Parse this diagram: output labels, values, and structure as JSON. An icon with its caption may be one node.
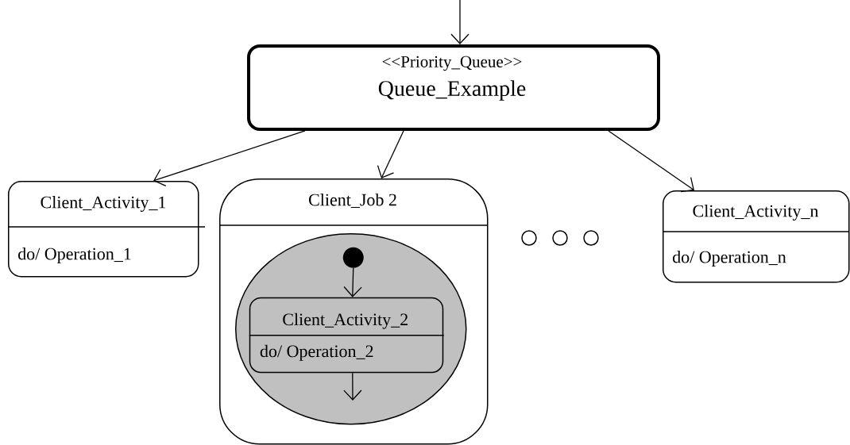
{
  "diagram": {
    "nodes": [
      {
        "text": [
          "<<Priority_Queue>>",
          "Queue_Example"
        ]
      },
      {
        "text": [
          "Client_Activity_1",
          "do/ Operation_1"
        ]
      },
      {
        "text": [
          "Client_Job 2"
        ]
      },
      {
        "text": [],
        "shape": "ellipse",
        "in": 2
      },
      {
        "text": [],
        "shape": "circle",
        "in": 3
      },
      {
        "text": [
          "Client_Activity_2",
          "do/ Operation_2"
        ],
        "in": 3
      },
      {
        "text": [
          "Client_Activity_n",
          "do/ Operation_n"
        ]
      }
    ],
    "edges": [
      {
        "from": null,
        "to": 0,
        "arrow": "to"
      },
      {
        "from": 0,
        "to": 1,
        "arrow": "to"
      },
      {
        "from": 0,
        "to": 2,
        "arrow": "to"
      },
      {
        "from": 0,
        "to": 6,
        "arrow": "to"
      },
      {
        "from": 4,
        "to": 5,
        "arrow": "to"
      },
      {
        "from": 5,
        "to": null,
        "arrow": "to"
      }
    ]
  }
}
